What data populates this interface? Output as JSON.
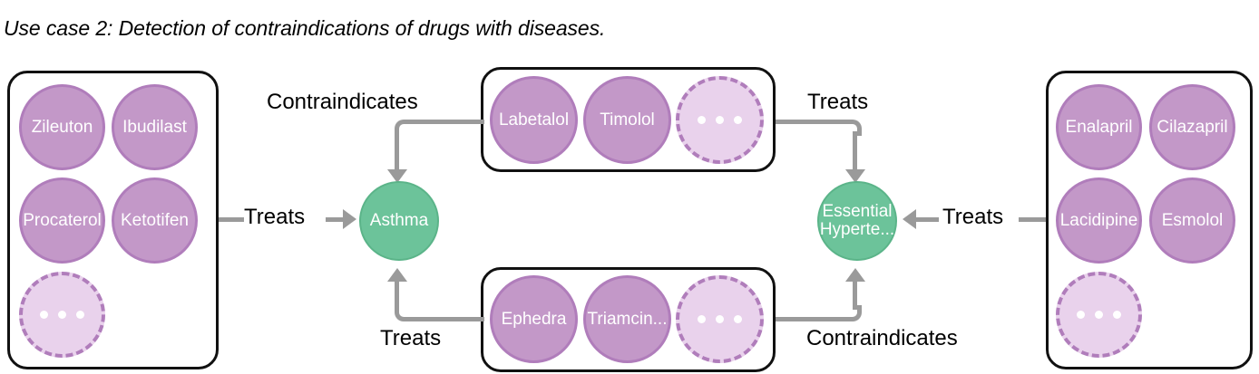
{
  "caption": "Use case 2: Detection of contraindications of drugs with diseases.",
  "colors": {
    "drug_fill": "#c398c8",
    "drug_border": "#b07dbb",
    "placeholder_fill": "#e9d2ec",
    "disease_fill": "#6cc39a",
    "edge": "#9a9a9a",
    "panel_border": "#111111",
    "background": "#ffffff"
  },
  "diseases": {
    "asthma": {
      "label": "Asthma"
    },
    "hypertension": {
      "line1": "Essential",
      "line2": "Hyperte..."
    }
  },
  "groups": {
    "left": {
      "name": "asthma-treating-drugs",
      "nodes": [
        {
          "label": "Zileuton",
          "kind": "drug"
        },
        {
          "label": "Ibudilast",
          "kind": "drug"
        },
        {
          "label": "Procaterol",
          "kind": "drug"
        },
        {
          "label": "Ketotifen",
          "kind": "drug"
        },
        {
          "label": "...",
          "kind": "placeholder"
        }
      ]
    },
    "center_top": {
      "name": "asthma-contraindicated-drugs",
      "nodes": [
        {
          "label": "Labetalol",
          "kind": "drug"
        },
        {
          "label": "Timolol",
          "kind": "drug"
        },
        {
          "label": "...",
          "kind": "placeholder"
        }
      ]
    },
    "center_bottom": {
      "name": "hypertension-contraindicated-drugs",
      "nodes": [
        {
          "label": "Ephedra",
          "kind": "drug"
        },
        {
          "label": "Triamcin...",
          "kind": "drug"
        },
        {
          "label": "...",
          "kind": "placeholder"
        }
      ]
    },
    "right": {
      "name": "hypertension-treating-drugs",
      "nodes": [
        {
          "label": "Enalapril",
          "kind": "drug"
        },
        {
          "label": "Cilazapril",
          "kind": "drug"
        },
        {
          "label": "Lacidipine",
          "kind": "drug"
        },
        {
          "label": "Esmolol",
          "kind": "drug"
        },
        {
          "label": "...",
          "kind": "placeholder"
        }
      ]
    }
  },
  "edges": {
    "left_treats": "Treats",
    "top_contraindicates": "Contraindicates",
    "bottom_treats": "Treats",
    "top_treats": "Treats",
    "bottom_contraindicates": "Contraindicates",
    "right_treats": "Treats"
  }
}
